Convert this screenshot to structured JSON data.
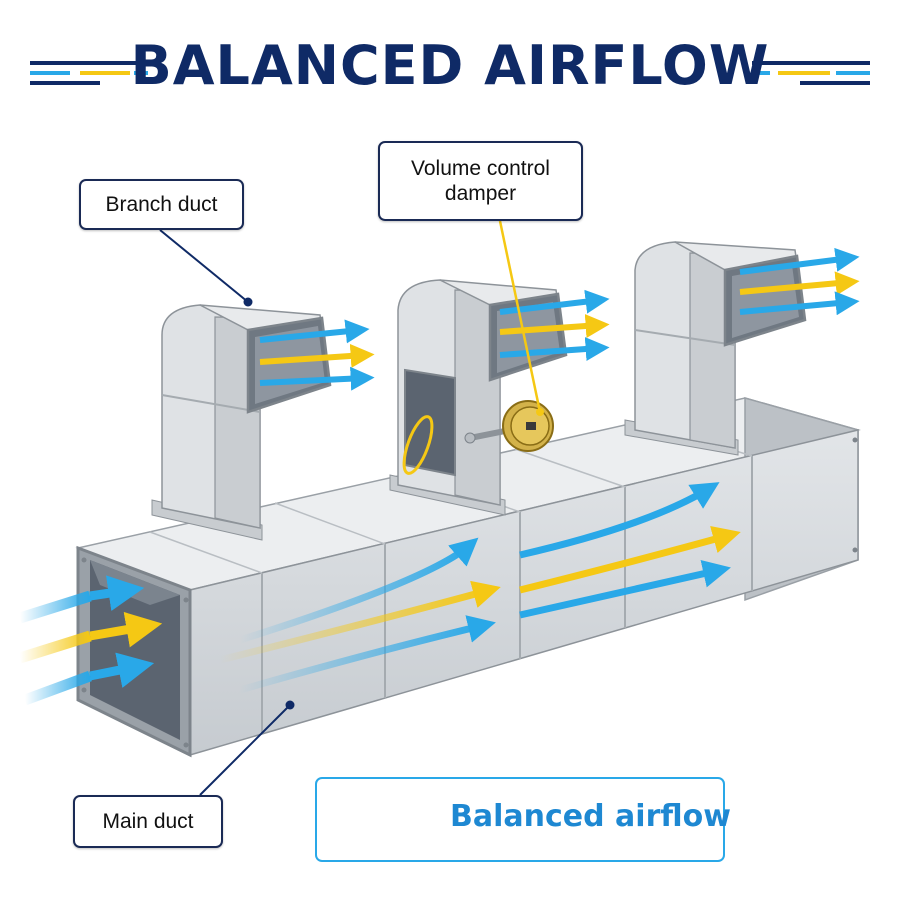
{
  "title": "BALANCED AIRFLOW",
  "labels": {
    "branch_duct": "Branch duct",
    "volume_control_damper": "Volume control damper",
    "main_duct": "Main duct"
  },
  "legend": {
    "label": "Balanced airflow"
  },
  "colors": {
    "title": "#0f2a66",
    "airflow_blue": "#29a8e8",
    "airflow_yellow": "#f5c814",
    "duct_metal": "#d3d7db",
    "label_border": "#1a2a55"
  }
}
